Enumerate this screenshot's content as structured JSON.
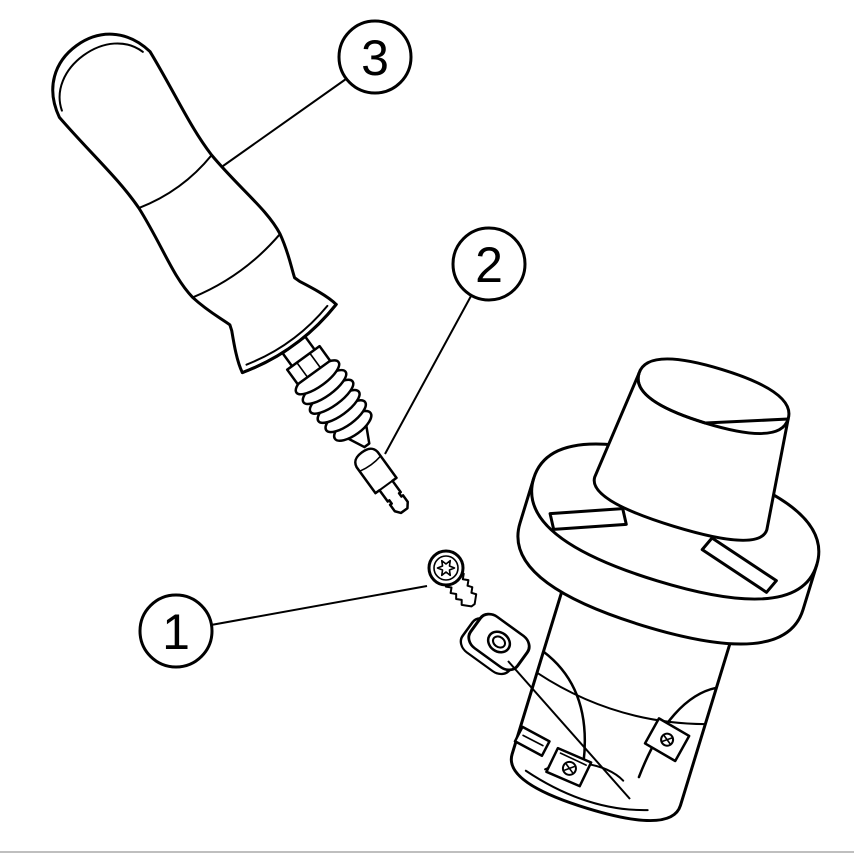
{
  "diagram": {
    "background_color": "#ffffff",
    "line_color": "#000000",
    "page_edge_color": "#bfbfbf",
    "callouts": [
      {
        "label": "1",
        "target_part": "insert-screw"
      },
      {
        "label": "2",
        "target_part": "drive-bit"
      },
      {
        "label": "3",
        "target_part": "torque-screwdriver"
      }
    ],
    "parts": [
      "torque-screwdriver",
      "drive-bit",
      "insert-screw",
      "milling-insert",
      "cutter-assembly"
    ]
  }
}
